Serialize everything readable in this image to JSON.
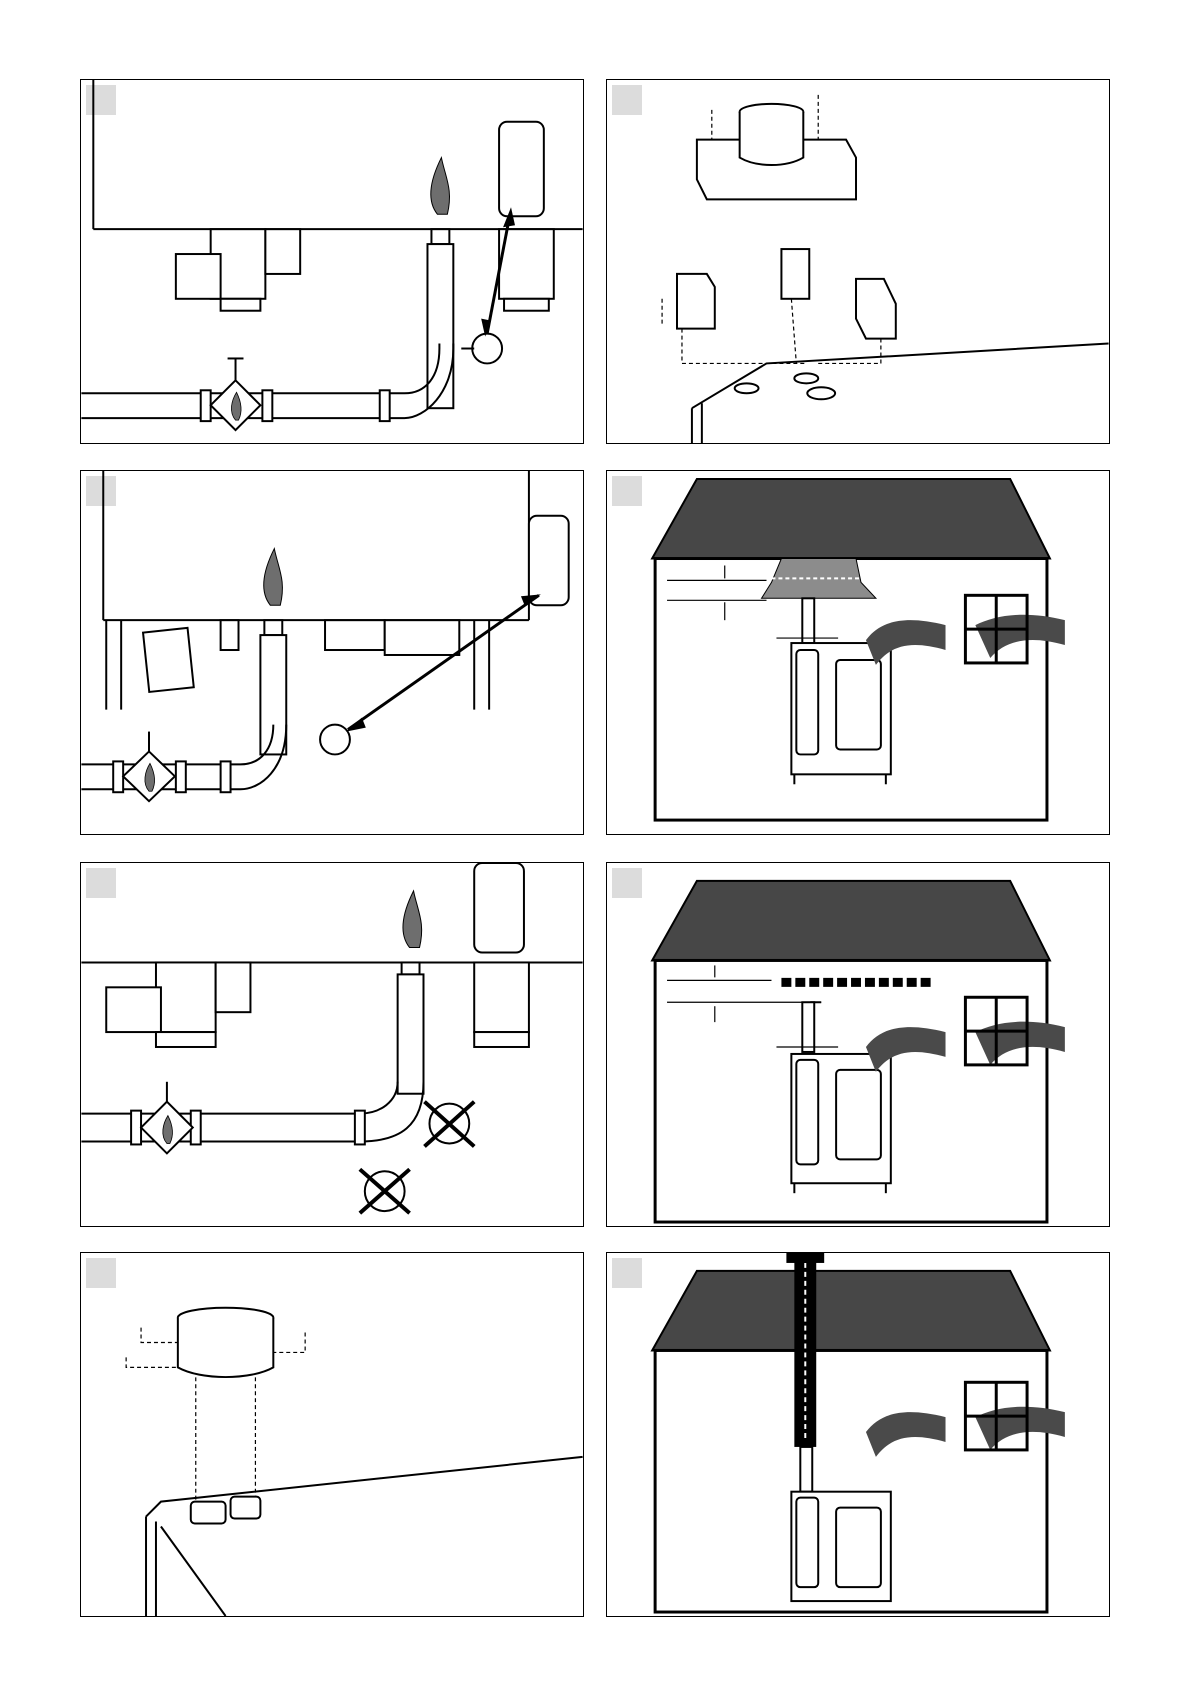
{
  "page": {
    "panels": [
      {
        "id": "p1",
        "subject": "gas-connection-rear-supply"
      },
      {
        "id": "p2",
        "subject": "flue-hood-assembly"
      },
      {
        "id": "p3",
        "subject": "gas-connection-floor-model"
      },
      {
        "id": "p4",
        "subject": "hood-ventilation-room"
      },
      {
        "id": "p5",
        "subject": "gas-pipe-no-leak-test"
      },
      {
        "id": "p6",
        "subject": "extractor-ventilation-room"
      },
      {
        "id": "p7",
        "subject": "flue-collar-assembly"
      },
      {
        "id": "p8",
        "subject": "chimney-ventilation-room"
      }
    ]
  },
  "colors": {
    "roof": "#474747",
    "hood": "#8c8c8c",
    "flame": "#6e6e6e",
    "badge": "#dcdcdc",
    "arrow": "#4a4a4a"
  }
}
